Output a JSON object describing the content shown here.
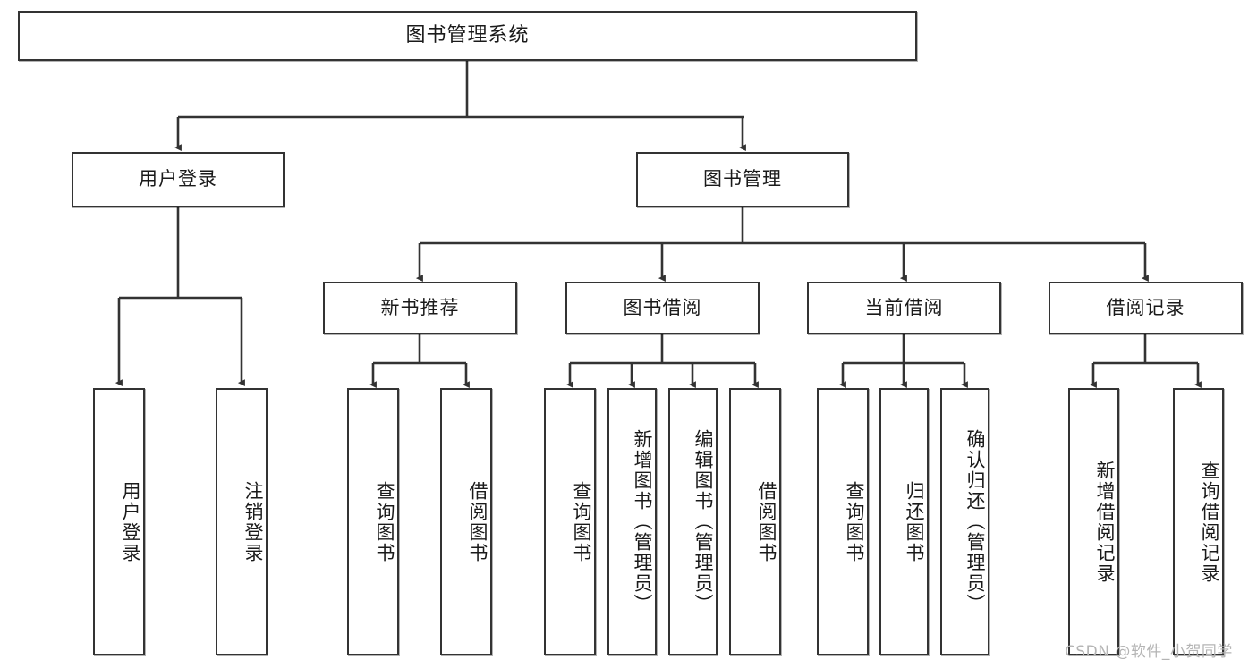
{
  "diagram": {
    "title": "图书管理系统",
    "type": "tree-hierarchy-chart",
    "theme": {
      "border_color": "#333333",
      "fill_color": "#ffffff",
      "text_color": "#1a1a1a",
      "connector_color": "#333333",
      "watermark_color": "#b4b4b4"
    },
    "root": {
      "id": "root",
      "label": "图书管理系统"
    },
    "level2": [
      {
        "id": "user-login",
        "label": "用户登录"
      },
      {
        "id": "book-manage",
        "label": "图书管理"
      }
    ],
    "level3": [
      {
        "id": "new-book-rec",
        "label": "新书推荐",
        "parent": "book-manage"
      },
      {
        "id": "book-borrow",
        "label": "图书借阅",
        "parent": "book-manage"
      },
      {
        "id": "current-borrow",
        "label": "当前借阅",
        "parent": "book-manage"
      },
      {
        "id": "borrow-record",
        "label": "借阅记录",
        "parent": "book-manage"
      }
    ],
    "leaves": {
      "user_login": [
        {
          "id": "leaf-user-login",
          "label": "用户登录"
        },
        {
          "id": "leaf-logout",
          "label": "注销登录"
        }
      ],
      "new_book_rec": [
        {
          "id": "leaf-query-book-1",
          "label": "查询图书"
        },
        {
          "id": "leaf-borrow-book-1",
          "label": "借阅图书"
        }
      ],
      "book_borrow": [
        {
          "id": "leaf-query-book-2",
          "label": "查询图书"
        },
        {
          "id": "leaf-add-book",
          "label": "新增图书（管理员）"
        },
        {
          "id": "leaf-edit-book",
          "label": "编辑图书（管理员）"
        },
        {
          "id": "leaf-borrow-book-2",
          "label": "借阅图书"
        }
      ],
      "current_borrow": [
        {
          "id": "leaf-query-book-3",
          "label": "查询图书"
        },
        {
          "id": "leaf-return-book",
          "label": "归还图书"
        },
        {
          "id": "leaf-confirm-return",
          "label": "确认归还（管理员）"
        }
      ],
      "borrow_record": [
        {
          "id": "leaf-add-record",
          "label": "新增借阅记录"
        },
        {
          "id": "leaf-query-record",
          "label": "查询借阅记录"
        }
      ]
    }
  },
  "watermark": {
    "text": "CSDN @软件_小贺同学"
  }
}
